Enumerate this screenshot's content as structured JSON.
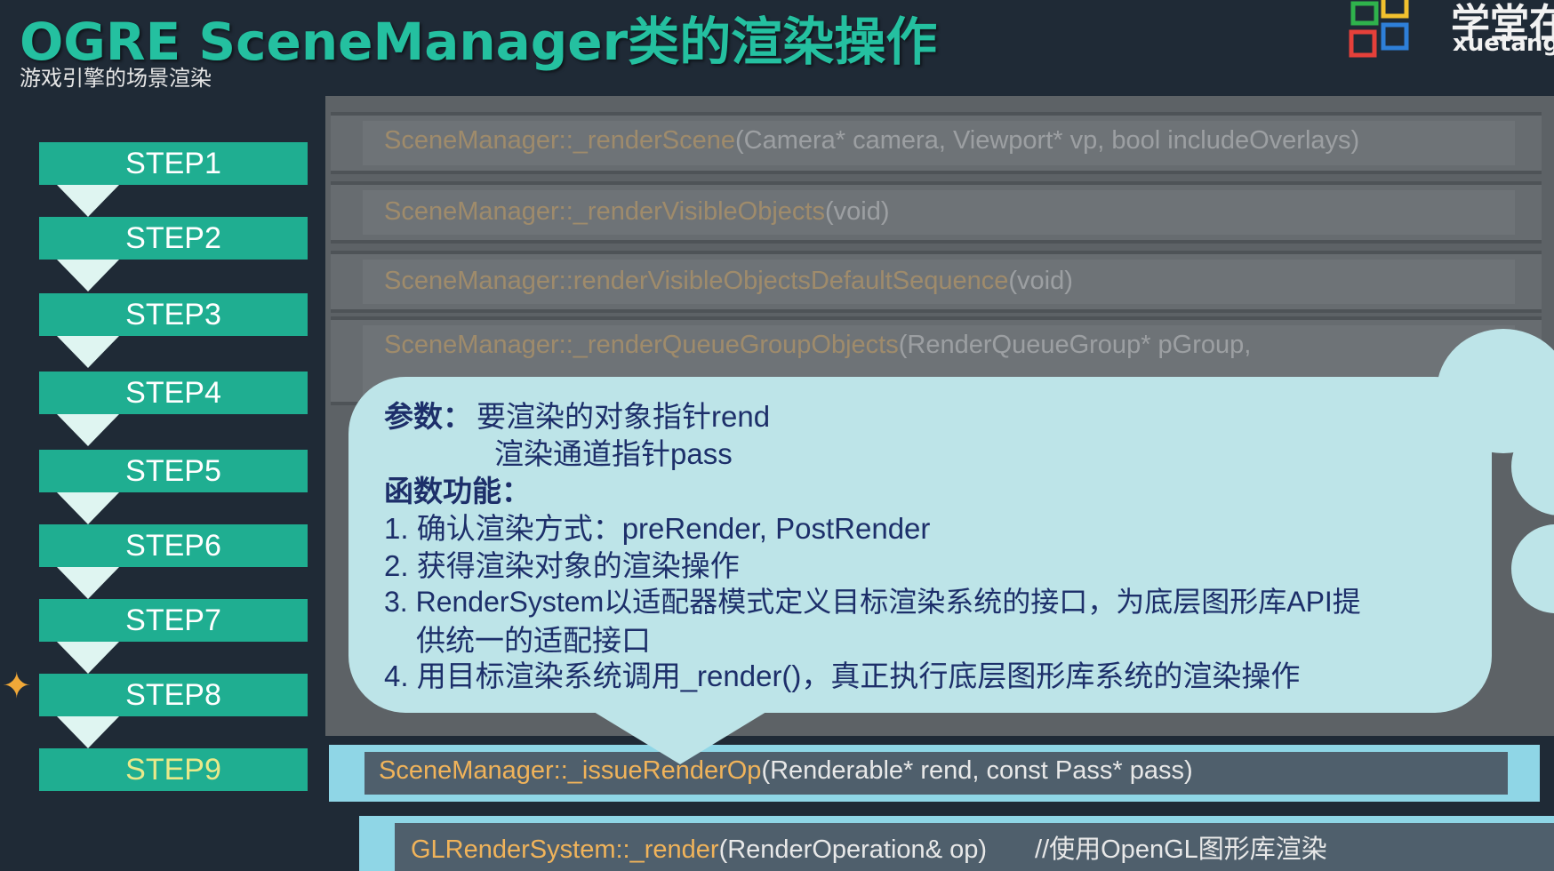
{
  "header": {
    "title": "OGRE SceneManager类的渲染操作",
    "subtitle": "游戏引擎的场景渲染",
    "logo_cn": "学堂在",
    "logo_en": "xuetangX"
  },
  "colors": {
    "accent_teal": "#1fae91",
    "function_name": "#f0b35a",
    "callout_bg": "#bde4e8",
    "callout_text": "#1d2f6a",
    "active_step": "#e9e98a"
  },
  "steps": [
    "STEP1",
    "STEP2",
    "STEP3",
    "STEP4",
    "STEP5",
    "STEP6",
    "STEP7",
    "STEP8",
    "STEP9"
  ],
  "active_step": "STEP9",
  "code_rows": [
    {
      "fn": "SceneManager::_renderScene",
      "args": "(Camera* camera, Viewport* vp, bool includeOverlays)"
    },
    {
      "fn": "SceneManager::_renderVisibleObjects",
      "args": "(void)"
    },
    {
      "fn": "SceneManager::renderVisibleObjectsDefaultSequence",
      "args": "(void)"
    },
    {
      "fn": "SceneManager::_renderQueueGroupObjects",
      "args": "(RenderQueueGroup* pGroup,"
    }
  ],
  "active_call": {
    "fn": "SceneManager::_issueRenderOp",
    "args": "(Renderable* rend, const Pass* pass)"
  },
  "gl_call": {
    "fn": "GLRenderSystem::_render",
    "args": "(RenderOperation& op)",
    "comment": "//使用OpenGL图形库渲染"
  },
  "callout": {
    "params_label": "参数：",
    "param_1": "要渲染的对象指针rend",
    "param_2": "渲染通道指针pass",
    "functions_label": "函数功能：",
    "item_1": "1. 确认渲染方式：preRender, PostRender",
    "item_2": "2. 获得渲染对象的渲染操作",
    "item_3a": "3. RenderSystem以适配器模式定义目标渲染系统的接口，为底层图形库API提",
    "item_3b": "供统一的适配接口",
    "item_4": "4. 用目标渲染系统调用_render()，真正执行底层图形库系统的渲染操作"
  }
}
